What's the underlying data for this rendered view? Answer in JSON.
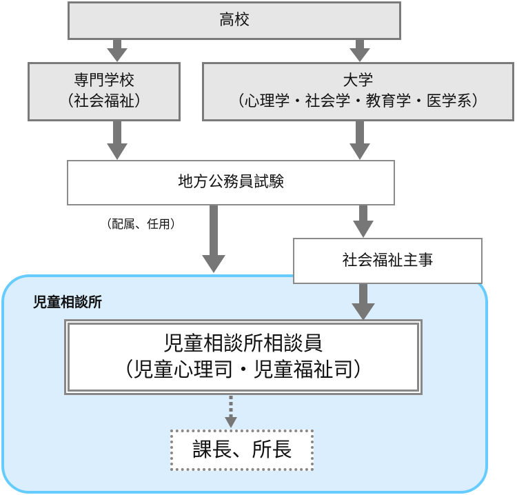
{
  "high_school": "高校",
  "vocational": {
    "line1": "専門学校",
    "line2": "（社会福祉）"
  },
  "university": {
    "line1": "大学",
    "line2": "（心理学・社会学・教育学・医学系）"
  },
  "exam": "地方公務員試験",
  "assignment_note": "（配属、任用）",
  "social_welfare_officer": "社会福祉主事",
  "region_label": "児童相談所",
  "counselor": {
    "line1": "児童相談所相談員",
    "line2": "（児童心理司・児童福祉司）"
  },
  "promotion": "課長、所長",
  "colors": {
    "box_fill": "#e6e6e6",
    "arrow": "#777777",
    "region_fill": "#dbeefe",
    "region_border": "#66ccff"
  }
}
